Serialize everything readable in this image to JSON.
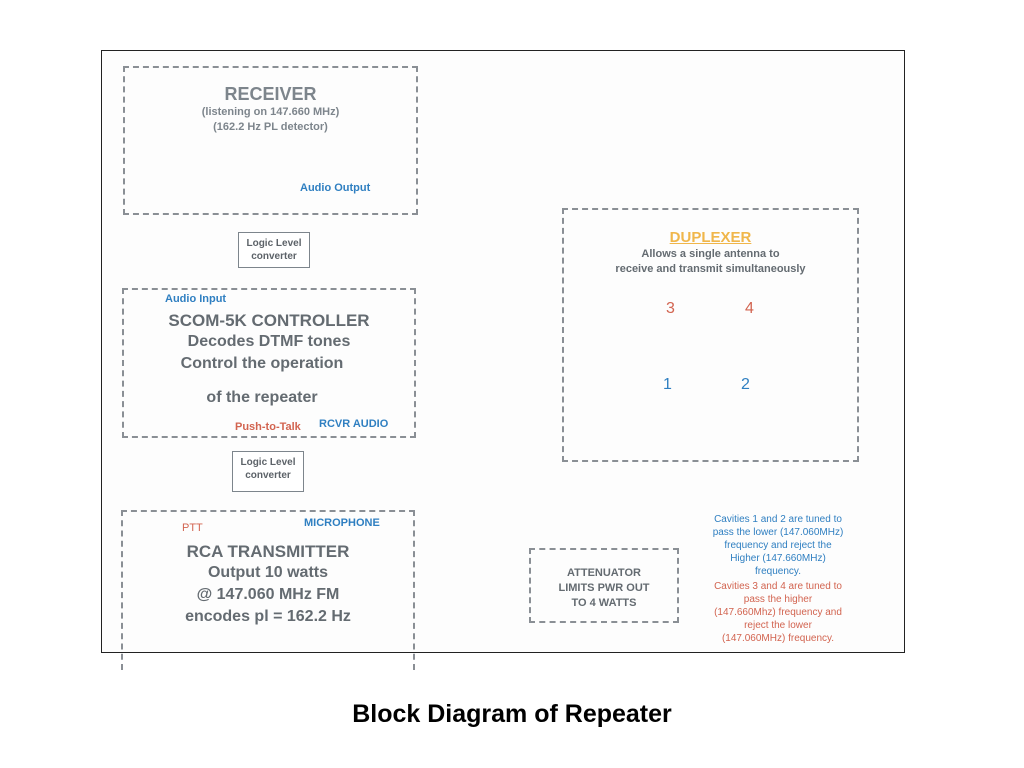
{
  "caption": "Block Diagram of Repeater",
  "receiver": {
    "title": "RECEIVER",
    "line1": "(listening on 147.660 MHz)",
    "line2": "(162.2 Hz PL detector)",
    "audio_output": "Audio Output"
  },
  "logic_converter_top": {
    "line1": "Logic Level",
    "line2": "converter"
  },
  "logic_converter_bottom": {
    "line1": "Logic Level",
    "line2": "converter"
  },
  "controller": {
    "audio_input": "Audio Input",
    "title": "SCOM-5K CONTROLLER",
    "line1": "Decodes DTMF tones",
    "line2": "Control the operation",
    "line3": "of the repeater",
    "push_to_talk": "Push-to-Talk",
    "rcvr_audio": "RCVR AUDIO"
  },
  "transmitter": {
    "ptt": "PTT",
    "microphone": "MICROPHONE",
    "title": "RCA TRANSMITTER",
    "line1": "Output 10 watts",
    "line2": "@ 147.060 MHz FM",
    "line3": "encodes pl = 162.2 Hz"
  },
  "attenuator": {
    "line1": "ATTENUATOR",
    "line2": "LIMITS PWR OUT",
    "line3": "TO 4 WATTS"
  },
  "duplexer": {
    "title": "DUPLEXER",
    "line1": "Allows a single antenna to",
    "line2": "receive and transmit simultaneously",
    "cavities": [
      "3",
      "4",
      "1",
      "2"
    ]
  },
  "notes": {
    "tx": [
      "Cavities 1 and 2 are tuned to",
      "pass the lower (147.060MHz)",
      "frequency and reject the",
      "Higher (147.660MHz)",
      "frequency."
    ],
    "rx": [
      "Cavities 3 and 4 are tuned to",
      "pass the higher",
      "(147.660Mhz) frequency and",
      "reject the lower",
      "(147.060MHz) frequency."
    ]
  },
  "colors": {
    "box_text": "#7d858c",
    "blue_label": "#2f7fc1",
    "red_label": "#d26450",
    "duplexer_title": "#f0b64a"
  }
}
